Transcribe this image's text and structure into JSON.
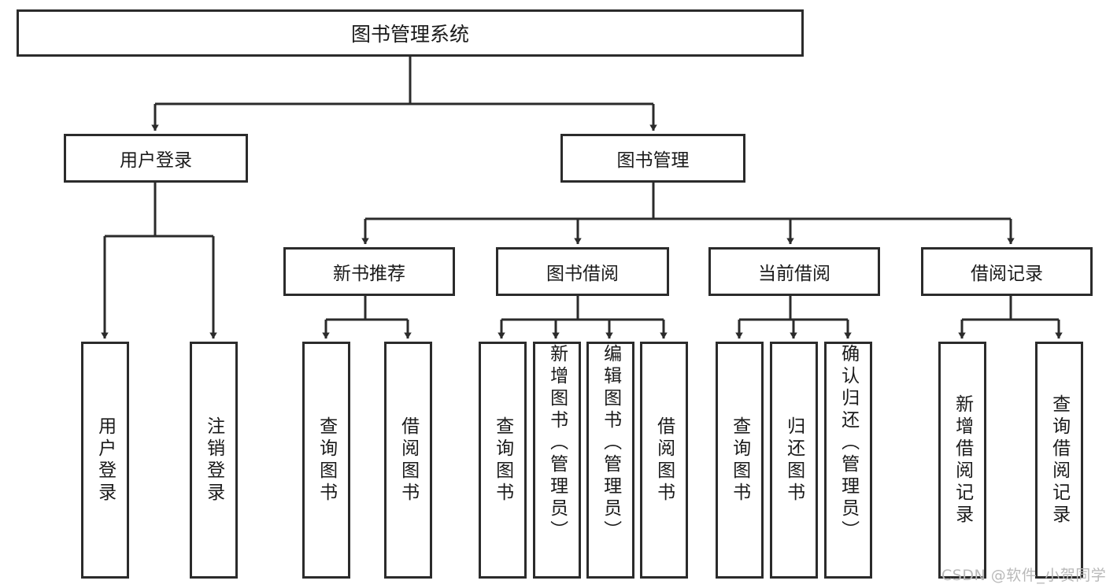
{
  "diagram": {
    "type": "tree",
    "title": "图书管理系统",
    "orientation": "top-down",
    "colors": {
      "box_border": "#2b2b2b",
      "box_fill": "#ffffff",
      "edge": "#2b2b2b",
      "text": "#1a1a1a",
      "watermark": "#b9b9b9",
      "background": "#ffffff"
    },
    "nodes": {
      "root": {
        "label": "图书管理系统"
      },
      "level2": [
        {
          "label": "用户登录"
        },
        {
          "label": "图书管理"
        }
      ],
      "level3": [
        {
          "label": "新书推荐"
        },
        {
          "label": "图书借阅"
        },
        {
          "label": "当前借阅"
        },
        {
          "label": "借阅记录"
        }
      ],
      "leaves": {
        "user_login": [
          {
            "label": "用户登录"
          },
          {
            "label": "注销登录"
          }
        ],
        "new_book": [
          {
            "label": "查询图书"
          },
          {
            "label": "借阅图书"
          }
        ],
        "book_borrow": [
          {
            "label": "查询图书"
          },
          {
            "label": "新增图书（管理员）"
          },
          {
            "label": "编辑图书（管理员）"
          },
          {
            "label": "借阅图书"
          }
        ],
        "current_borrow": [
          {
            "label": "查询图书"
          },
          {
            "label": "归还图书"
          },
          {
            "label": "确认归还（管理员）"
          }
        ],
        "borrow_record": [
          {
            "label": "新增借阅记录"
          },
          {
            "label": "查询借阅记录"
          }
        ]
      }
    },
    "watermark": "CSDN @软件_小贺同学"
  }
}
